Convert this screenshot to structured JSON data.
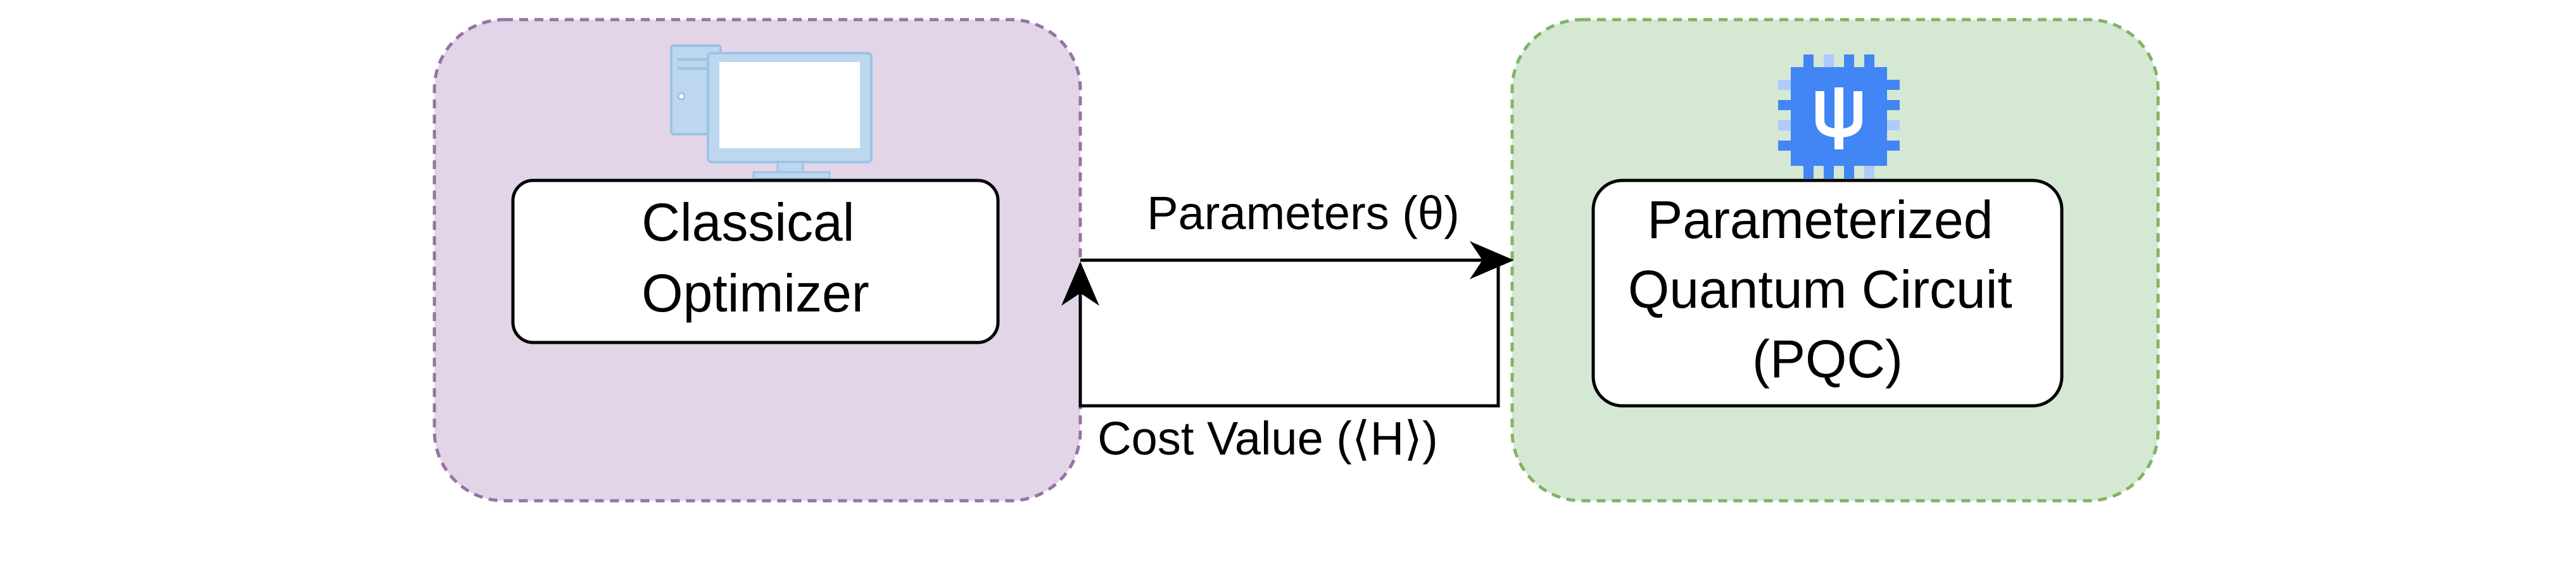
{
  "colors": {
    "classical_fill": "#e1d5e7",
    "classical_border": "#9673a6",
    "quantum_fill": "#d5e8d4",
    "quantum_border": "#82b366",
    "node_fill": "#ffffff",
    "node_border": "#000000",
    "computer_icon": "#bdd7ee",
    "computer_icon_stroke": "#9dc3e6",
    "quantum_chip_icon": "#4285f4",
    "quantum_chip_light": "#aecbfa"
  },
  "classical_group": {
    "icon": "desktop-computer-icon",
    "node_label_lines": [
      "Classical",
      "Optimizer"
    ]
  },
  "quantum_group": {
    "icon": "quantum-chip-icon",
    "node_label_lines": [
      "Parameterized",
      "Quantum Circuit",
      "(PQC)"
    ]
  },
  "edges": {
    "forward_label": "Parameters (θ)",
    "feedback_label": "Cost Value (⟨H⟩)"
  }
}
